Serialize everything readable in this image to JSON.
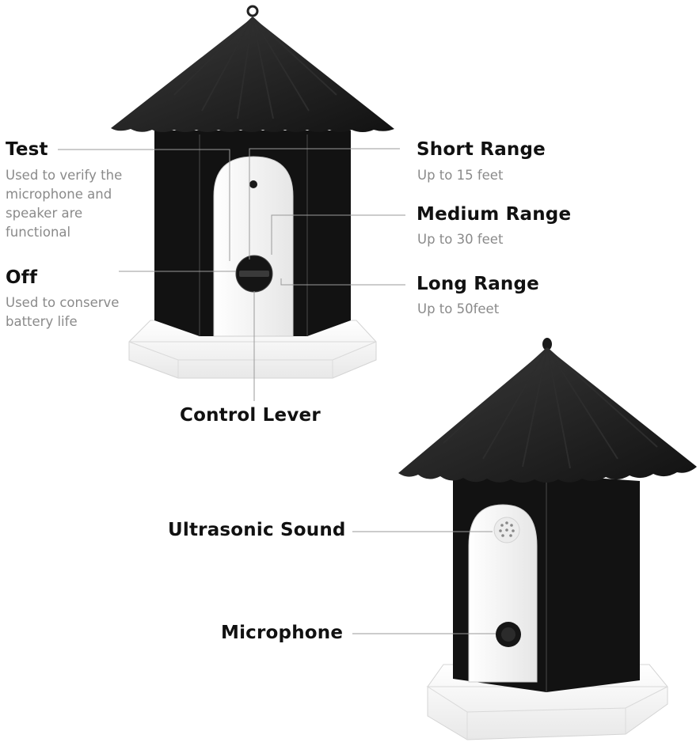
{
  "labels": {
    "test": {
      "title": "Test",
      "lines": [
        "Used to verify the",
        "microphone and",
        "speaker are",
        "functional"
      ]
    },
    "off": {
      "title": "Off",
      "lines": [
        "Used to conserve",
        "battery life"
      ]
    },
    "short_range": {
      "title": "Short Range",
      "desc": "Up to 15 feet"
    },
    "medium_range": {
      "title": "Medium Range",
      "desc": "Up to 30 feet"
    },
    "long_range": {
      "title": "Long Range",
      "desc": "Up to 50feet"
    },
    "control_lever": "Control Lever",
    "ultrasonic_sound": "Ultrasonic Sound",
    "microphone": "Microphone"
  },
  "colors": {
    "body": "#121212",
    "roof": "#1c1c1c",
    "base": "#f4f4f4",
    "title_text": "#111111",
    "desc_text": "#8a8a8a",
    "leader_line": "#9a9a9a"
  }
}
